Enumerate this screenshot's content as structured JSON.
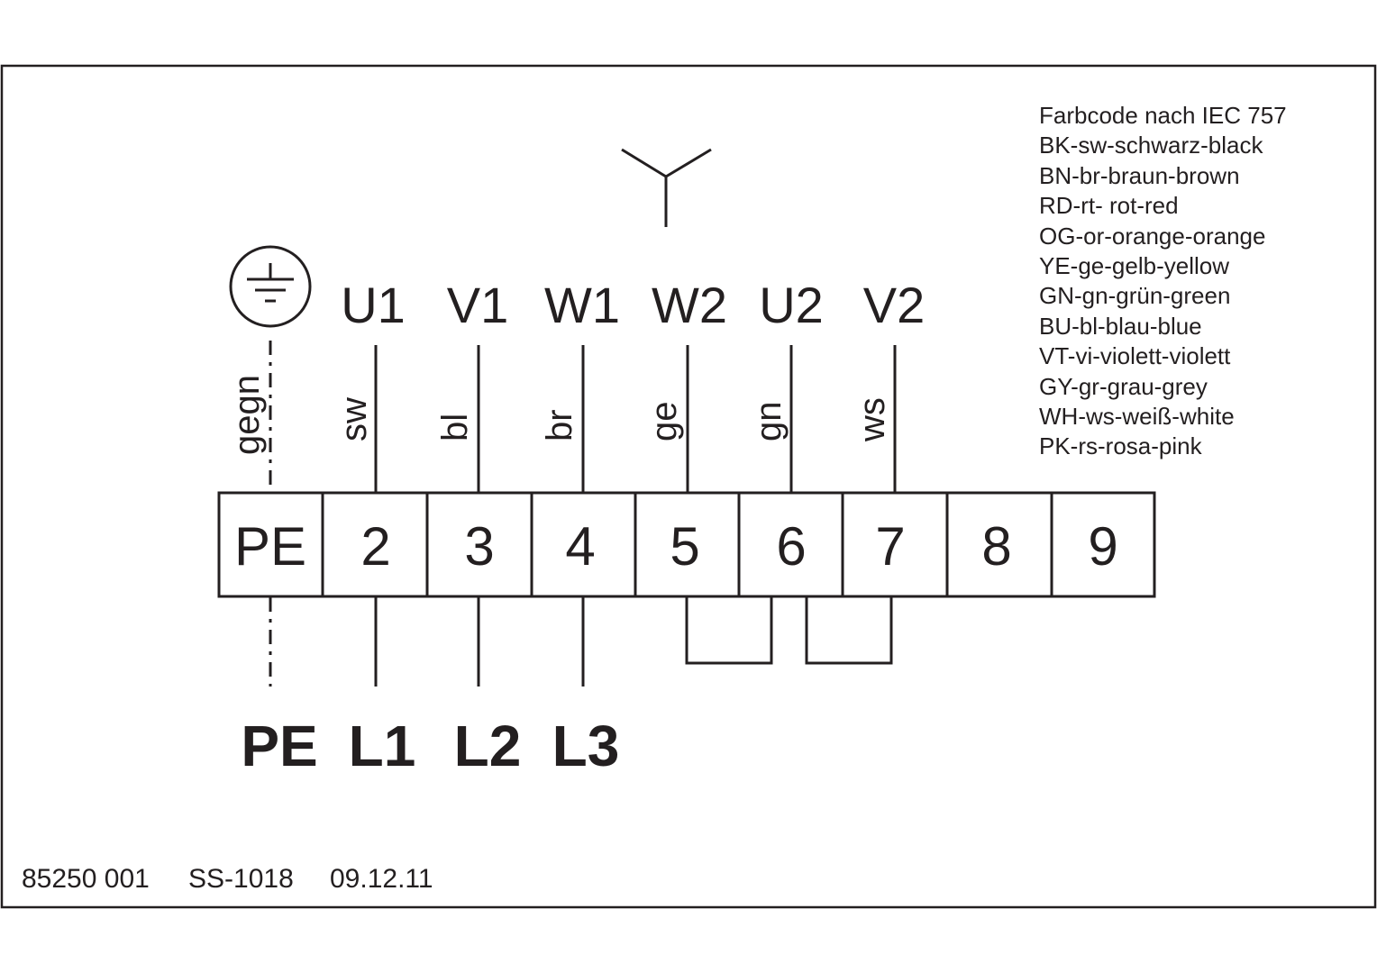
{
  "legend": {
    "title": "Farbcode nach IEC 757",
    "entries": [
      "BK-sw-schwarz-black",
      "BN-br-braun-brown",
      "RD-rt- rot-red",
      "OG-or-orange-orange",
      "YE-ge-gelb-yellow",
      "GN-gn-grün-green",
      "BU-bl-blau-blue",
      "VT-vi-violett-violett",
      "GY-gr-grau-grey",
      "WH-ws-weiß-white",
      "PK-rs-rosa-pink"
    ]
  },
  "terminals": [
    "PE",
    "2",
    "3",
    "4",
    "5",
    "6",
    "7",
    "8",
    "9"
  ],
  "motor_labels": [
    "U1",
    "V1",
    "W1",
    "W2",
    "U2",
    "V2"
  ],
  "wire_colors": {
    "pe": "gegn",
    "motor": [
      "sw",
      "bl",
      "br",
      "ge",
      "gn",
      "ws"
    ]
  },
  "line_labels": [
    "PE",
    "L1",
    "L2",
    "L3"
  ],
  "footer": {
    "number": "85250 001",
    "code": "SS-1018",
    "date": "09.12.11"
  },
  "symbols": {
    "earth": "ground-icon",
    "star": "star-connection-icon"
  }
}
